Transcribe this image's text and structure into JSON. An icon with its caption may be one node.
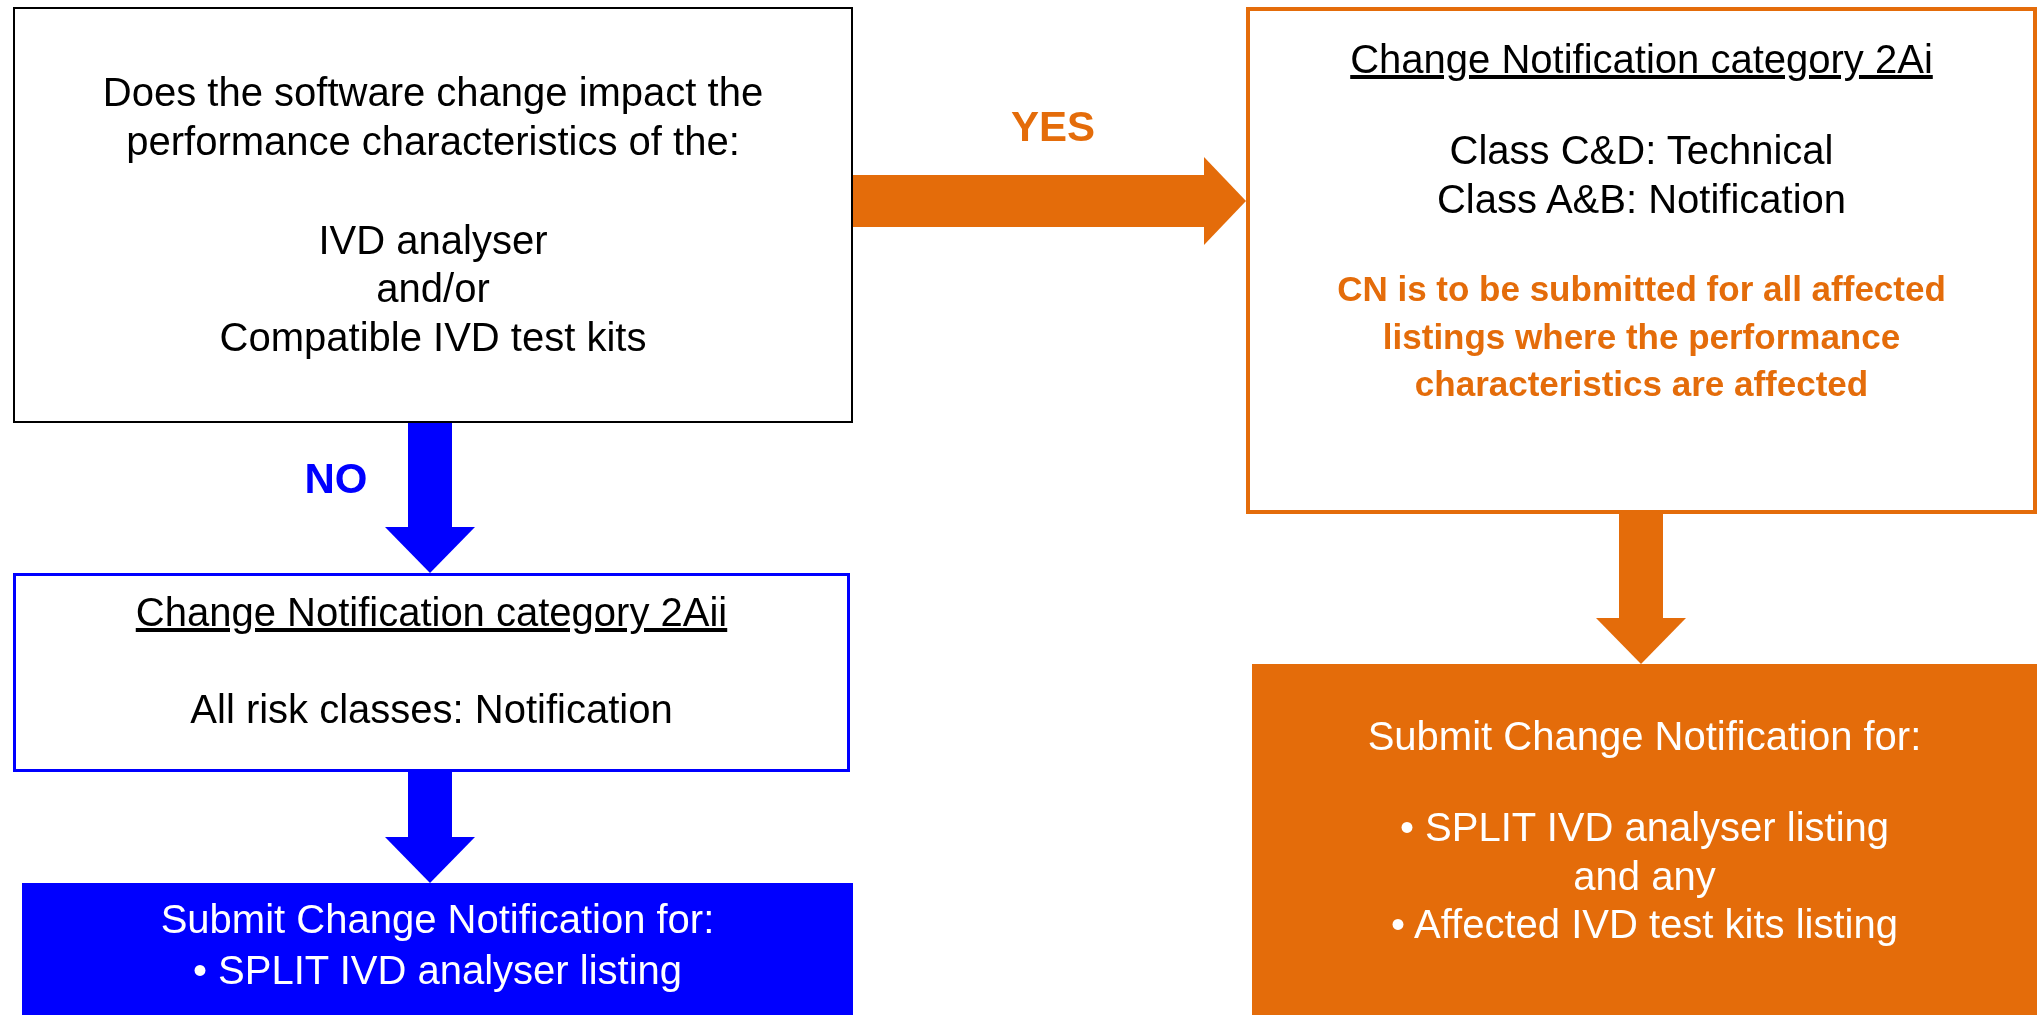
{
  "diagram": {
    "nodes": [
      {
        "text": [
          "Does the software change impact the performance characteristics of the:",
          "IVD analyser",
          "and/or",
          "Compatible IVD test kits"
        ]
      },
      {
        "text": [
          "Change Notification category 2Ai",
          "Class C&D: Technical",
          "Class A&B: Notification",
          "CN is to be submitted for all affected listings where the performance characteristics are affected"
        ]
      },
      {
        "text": [
          "Change Notification category 2Aii",
          "All risk classes: Notification"
        ]
      },
      {
        "text": [
          "Submit Change Notification for:",
          "• SPLIT IVD analyser listing"
        ]
      },
      {
        "text": [
          "Submit Change Notification for:",
          "• SPLIT IVD analyser listing",
          "and any",
          "• Affected IVD test kits listing"
        ]
      }
    ],
    "edges": [
      {
        "from": 0,
        "to": 1,
        "arrow": "to",
        "label": "YES",
        "color": "#e46c0a"
      },
      {
        "from": 0,
        "to": 2,
        "arrow": "to",
        "label": "NO",
        "color": "#0000ff"
      },
      {
        "from": 2,
        "to": 3,
        "arrow": "to",
        "color": "#0000ff"
      },
      {
        "from": 1,
        "to": 4,
        "arrow": "to",
        "color": "#e46c0a"
      }
    ]
  }
}
